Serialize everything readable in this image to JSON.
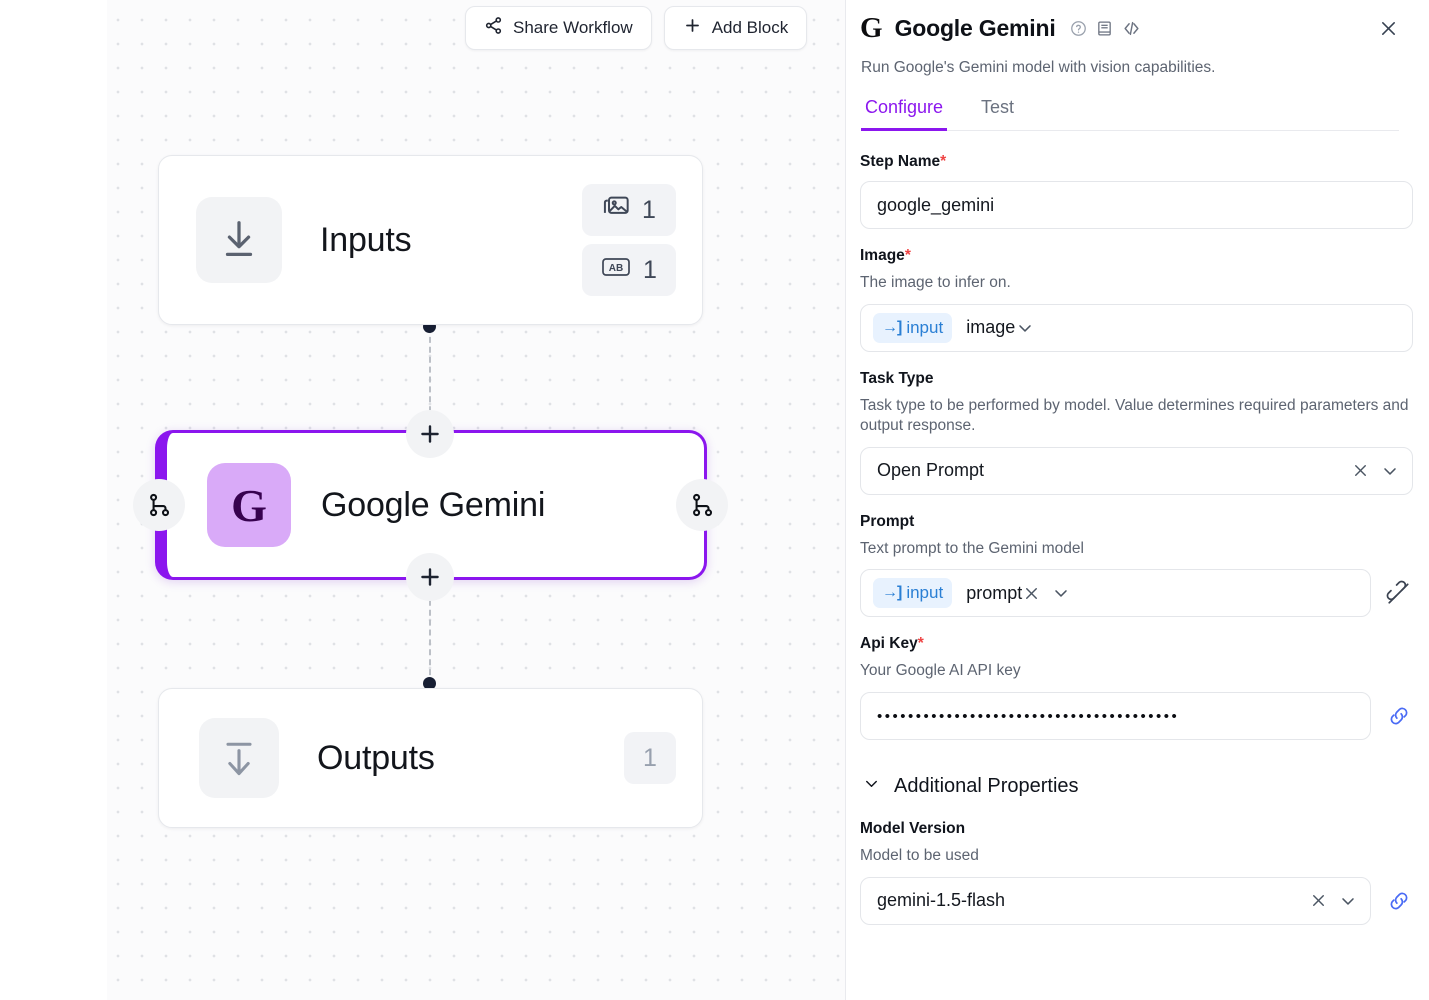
{
  "canvas": {
    "toolbar": [
      {
        "label": "Share Workflow",
        "icon": "share-icon"
      },
      {
        "label": "Add Block",
        "icon": "plus-icon"
      }
    ],
    "nodes": {
      "inputs": {
        "title": "Inputs",
        "icon": "download-input-icon",
        "badges": [
          {
            "icon": "image-icon",
            "count": "1"
          },
          {
            "icon": "text-ab-icon",
            "count": "1"
          }
        ]
      },
      "gemini": {
        "title": "Google Gemini",
        "icon_letter": "G",
        "selected": true,
        "accent": "#8b16ee"
      },
      "outputs": {
        "title": "Outputs",
        "icon": "download-output-icon",
        "badges": [
          {
            "icon": "count-icon",
            "count": "1"
          }
        ]
      }
    }
  },
  "panel": {
    "title": "Google Gemini",
    "logo_letter": "G",
    "header_icons": [
      "help-circle-icon",
      "docs-icon",
      "code-icon"
    ],
    "close_icon": "close-icon",
    "subtitle": "Run Google's Gemini model with vision capabilities.",
    "tabs": [
      {
        "label": "Configure",
        "active": true
      },
      {
        "label": "Test",
        "active": false
      }
    ],
    "fields": {
      "step_name": {
        "label": "Step Name",
        "required": "*",
        "value": "google_gemini"
      },
      "image": {
        "label": "Image",
        "required": "*",
        "help": "The image to infer on.",
        "pill": "input",
        "value": "image"
      },
      "task_type": {
        "label": "Task Type",
        "help": "Task type to be performed by model. Value determines required parameters and output response.",
        "value": "Open Prompt"
      },
      "prompt": {
        "label": "Prompt",
        "help": "Text prompt to the Gemini model",
        "pill": "input",
        "value": "prompt",
        "side_icon": "unlink-icon"
      },
      "api_key": {
        "label": "Api Key",
        "required": "*",
        "help": "Your Google AI API key",
        "value": "•••••••••••••••••••••••••••••••••••••••",
        "side_icon": "link-icon"
      },
      "additional_properties": {
        "label": "Additional Properties",
        "icon": "chevron-down-icon"
      },
      "model_version": {
        "label": "Model Version",
        "help": "Model to be used",
        "value": "gemini-1.5-flash",
        "side_icon": "link-icon"
      }
    }
  }
}
